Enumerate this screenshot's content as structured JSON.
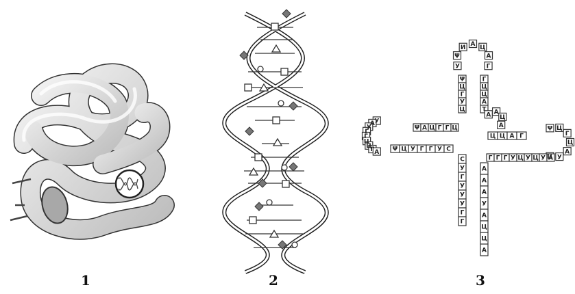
{
  "figures": [
    {
      "number": "1",
      "icon": "protein-tertiary-structure-icon"
    },
    {
      "number": "2",
      "icon": "dna-double-helix-icon"
    },
    {
      "number": "3",
      "icon": "trna-cloverleaf-icon",
      "trna": {
        "top_loop": [
          "У",
          "Ψ",
          "И",
          "А",
          "Ц",
          "А",
          "Г"
        ],
        "top_stem_left": [
          "Ψ",
          "Ц",
          "Г",
          "У",
          "Ц"
        ],
        "top_stem_right": [
          "Г",
          "Ц",
          "Ц",
          "А",
          "Т"
        ],
        "left_stem_top": [
          "Ц",
          "Г",
          "Г",
          "Ц",
          "А",
          "Ψ"
        ],
        "left_loop": [
          "У",
          "А",
          "У",
          "Г",
          "Г",
          "Ц",
          "Ц",
          "Г",
          "А"
        ],
        "left_stem_bottom": [
          "Ψ",
          "Ц",
          "У",
          "Г",
          "Г",
          "У",
          "С"
        ],
        "variable_loop": [
          "А",
          "А",
          "Ц",
          "А"
        ],
        "right_stem_top": [
          "Ц",
          "Ц",
          "А",
          "Г"
        ],
        "right_loop": [
          "Ψ",
          "Ц",
          "Г",
          "Ц",
          "А",
          "У",
          "Ц"
        ],
        "right_stem_bottom": [
          "Г",
          "Г",
          "Г",
          "У",
          "Ц",
          "У",
          "Ц",
          "У",
          "А"
        ],
        "center_left": [
          "С",
          "У",
          "Г",
          "У",
          "У",
          "У",
          "Г",
          "Г"
        ],
        "acceptor_stem": [
          "А",
          "А",
          "А",
          "У",
          "А",
          "Ц",
          "Ц",
          "А"
        ]
      }
    }
  ]
}
